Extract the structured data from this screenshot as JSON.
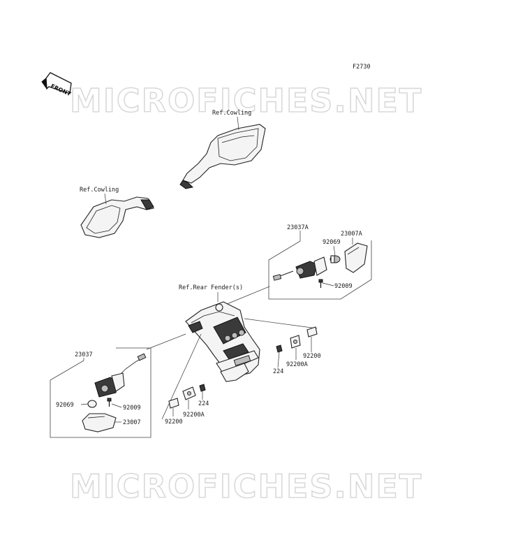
{
  "figure_code": "F2730",
  "front_label": "FRONT",
  "watermark": "MICROFICHES.NET",
  "labels": {
    "ref_cowling_upper": "Ref.Cowling",
    "ref_cowling_lower": "Ref.Cowling",
    "ref_rear_fender": "Ref.Rear Fender(s)",
    "right_assy": "23037A",
    "right_lens": "23007A",
    "right_bulb": "92069",
    "right_screw": "92009",
    "left_assy": "23037",
    "left_bulb": "92069",
    "left_screw": "92009",
    "left_lens": "23007",
    "plate_right": "92200",
    "plate_right_a": "92200A",
    "nut_right": "224",
    "nut_left": "224",
    "plate_left_a": "92200A",
    "plate_left": "92200"
  }
}
